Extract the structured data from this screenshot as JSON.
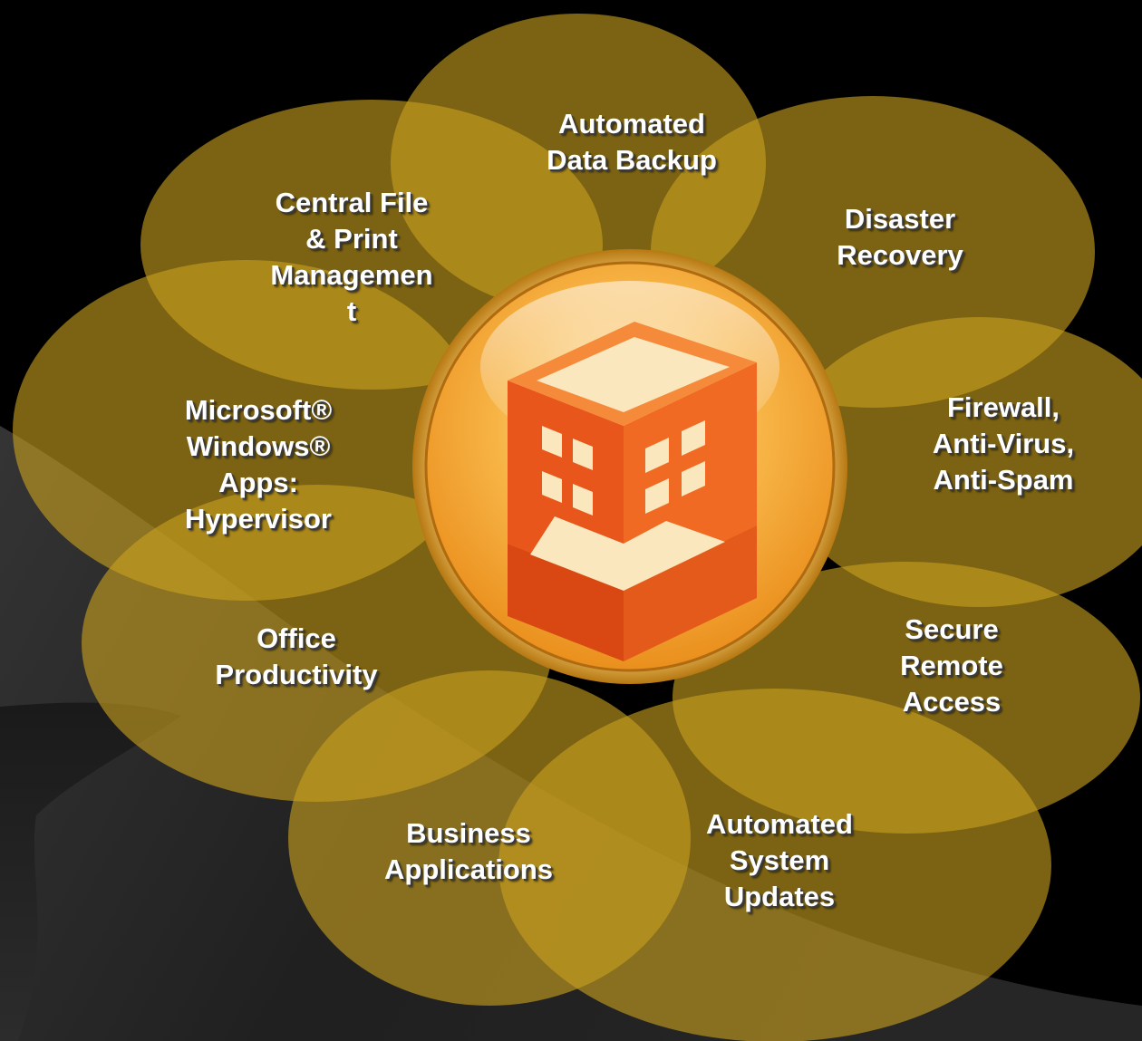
{
  "diagram": {
    "center": {
      "icon": "office-building-icon"
    },
    "petals": [
      {
        "id": "automated-data-backup",
        "lines": [
          "Automated",
          "Data Backup"
        ]
      },
      {
        "id": "disaster-recovery",
        "lines": [
          "Disaster",
          "Recovery"
        ]
      },
      {
        "id": "firewall-antivirus-antispam",
        "lines": [
          "Firewall,",
          "Anti-Virus,",
          "Anti-Spam"
        ]
      },
      {
        "id": "secure-remote-access",
        "lines": [
          "Secure",
          "Remote",
          "Access"
        ]
      },
      {
        "id": "automated-system-updates",
        "lines": [
          "Automated",
          "System",
          "Updates"
        ]
      },
      {
        "id": "business-applications",
        "lines": [
          "Business",
          "Applications"
        ]
      },
      {
        "id": "office-productivity",
        "lines": [
          "Office",
          "Productivity"
        ]
      },
      {
        "id": "microsoft-windows-apps",
        "lines": [
          "Microsoft®",
          "Windows®",
          "Apps:",
          "Hypervisor"
        ]
      },
      {
        "id": "central-file-print",
        "lines": [
          "Central File",
          "& Print",
          "Managemen",
          "t"
        ]
      }
    ],
    "colors": {
      "petal_fill": "#c8a01e",
      "hub_ring": "#f6c860",
      "hub_fill": "#f2a93b",
      "building_main": "#e8561c",
      "building_light": "#fbe7bd",
      "background": "#000000"
    }
  }
}
